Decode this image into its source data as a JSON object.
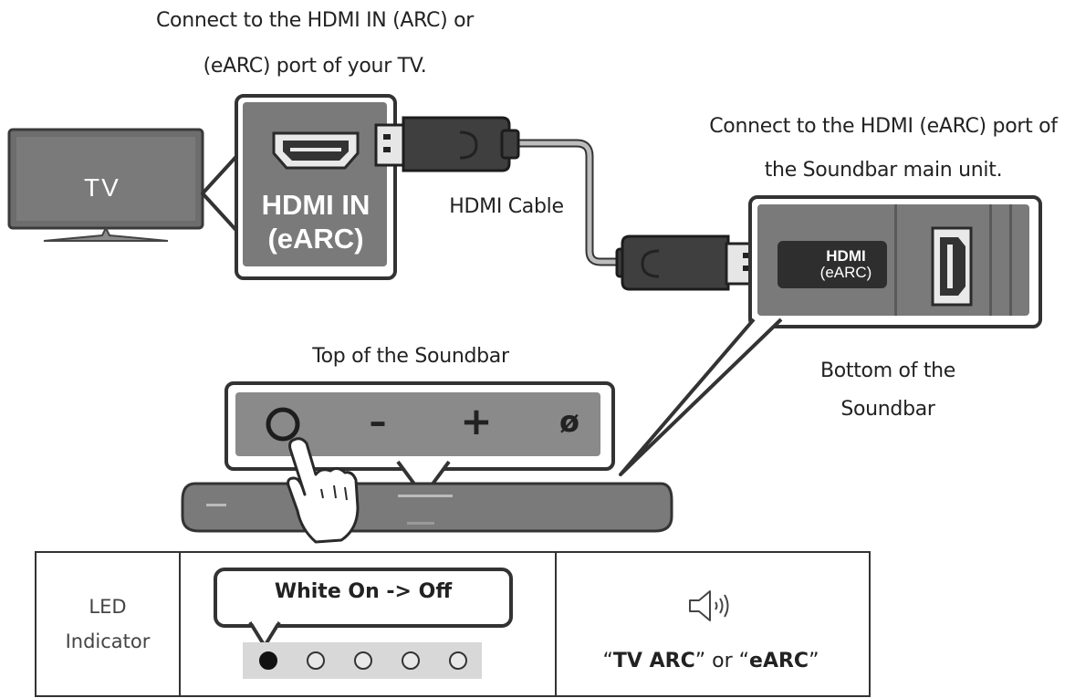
{
  "captions": {
    "tv_port_line1": "Connect to the HDMI IN (ARC) or",
    "tv_port_line2": "(eARC) port of your TV.",
    "sb_port_line1": "Connect to the HDMI (eARC) port of",
    "sb_port_line2": "the Soundbar main unit.",
    "cable": "HDMI Cable",
    "top_of_soundbar": "Top of the Soundbar",
    "bottom_line1": "Bottom of the",
    "bottom_line2": "Soundbar"
  },
  "tv": {
    "label": "TV"
  },
  "tv_port": {
    "line1": "HDMI IN",
    "line2": "(eARC)"
  },
  "soundbar_port": {
    "line1": "HDMI",
    "line2": "(eARC)"
  },
  "soundbar_buttons": [
    {
      "name": "power",
      "glyph": ""
    },
    {
      "name": "volume-down",
      "glyph": "–"
    },
    {
      "name": "volume-up",
      "glyph": "+"
    },
    {
      "name": "mic-off",
      "glyph": "ø"
    }
  ],
  "led_table": {
    "label_line1": "LED",
    "label_line2": "Indicator",
    "callout": "White On -> Off",
    "leds": [
      "on",
      "off",
      "off",
      "off",
      "off"
    ],
    "audio_q1": "“",
    "audio_t1": "TV ARC",
    "audio_q2": "” or “",
    "audio_t2": "eARC",
    "audio_q3": "”"
  }
}
